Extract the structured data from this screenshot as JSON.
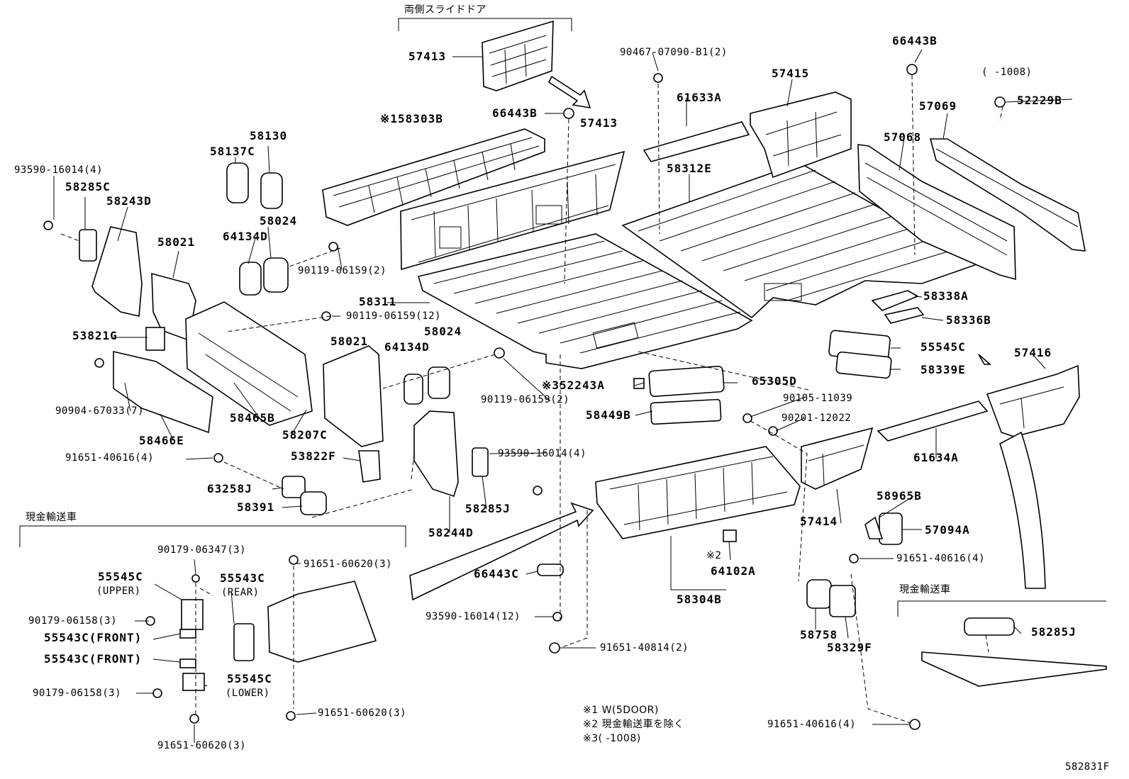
{
  "diagram_id": "582831F",
  "group_labels": {
    "both_slide_doors": "両側スライドドア",
    "cash_transport_left": "現金輸送車",
    "cash_transport_right": "現金輸送車"
  },
  "notes": {
    "note1": "※1  W(5DOOR)",
    "note2": "※2 現金輸送車を除く",
    "note3": "※3(    -1008)"
  },
  "range_label": "(    -1008)",
  "parts": {
    "p57413a": "57413",
    "p57413b": "57413",
    "p66443B_a": "66443B",
    "p58303B": "※158303B",
    "p90467": "90467-07090-B1(2)",
    "p61633A": "61633A",
    "p57415": "57415",
    "p66443B_b": "66443B",
    "p52229B": "52229B",
    "p57069": "57069",
    "p57068": "57068",
    "p58312E": "58312E",
    "p93590_a": "93590-16014(4)",
    "p58285C": "58285C",
    "p58243D": "58243D",
    "p58137C": "58137C",
    "p58130": "58130",
    "p58021_a": "58021",
    "p58024_a": "58024",
    "p64134D_a": "64134D",
    "p90119_a": "90119-06159(2)",
    "p90119_b": "90119-06159(12)",
    "p58311": "58311",
    "p58338A": "58338A",
    "p58336B": "58336B",
    "p53821G": "53821G",
    "p58024_b": "58024",
    "p58021_b": "58021",
    "p64134D_b": "64134D",
    "p55545C_a": "55545C",
    "p57416": "57416",
    "p58339E": "58339E",
    "p90904": "90904-67033(7)",
    "p58465B": "58465B",
    "p58207C": "58207C",
    "p90119_c": "90119-06159(2)",
    "p52243A": "※352243A",
    "p65305D": "65305D",
    "p90105": "90105-11039",
    "p58449B": "58449B",
    "p90201": "90201-12022",
    "p58466E": "58466E",
    "p91651_a": "91651-40616(4)",
    "p53822F": "53822F",
    "p93590_b": "93590-16014(4)",
    "p61634A": "61634A",
    "p63258J": "63258J",
    "p58391": "58391",
    "p58285J_a": "58285J",
    "p58244D": "58244D",
    "p58965B": "58965B",
    "p57414": "57414",
    "p57094A": "57094A",
    "p91651_b": "91651-40616(4)",
    "p90179_a": "90179-06347(3)",
    "p91651_c": "91651-60620(3)",
    "p55545C_upper": "55545C",
    "upper": "(UPPER)",
    "p55543C_rear": "55543C",
    "rear": "(REAR)",
    "p90179_b": "90179-06158(3)",
    "p55543C_front1": "55543C(FRONT)",
    "p55543C_front2": "55543C(FRONT)",
    "p55545C_lower": "55545C",
    "lower": "(LOWER)",
    "p90179_c": "90179-06158(3)",
    "p91651_d": "91651-60620(3)",
    "p91651_e": "91651-60620(3)",
    "p66443C": "66443C",
    "p64102A_mark": "※2",
    "p64102A": "64102A",
    "p58304B": "58304B",
    "p93590_c": "93590-16014(12)",
    "p91651_f": "91651-40814(2)",
    "p58758": "58758",
    "p58329F": "58329F",
    "p58285J_b": "58285J",
    "p91651_g": "91651-40616(4)"
  }
}
